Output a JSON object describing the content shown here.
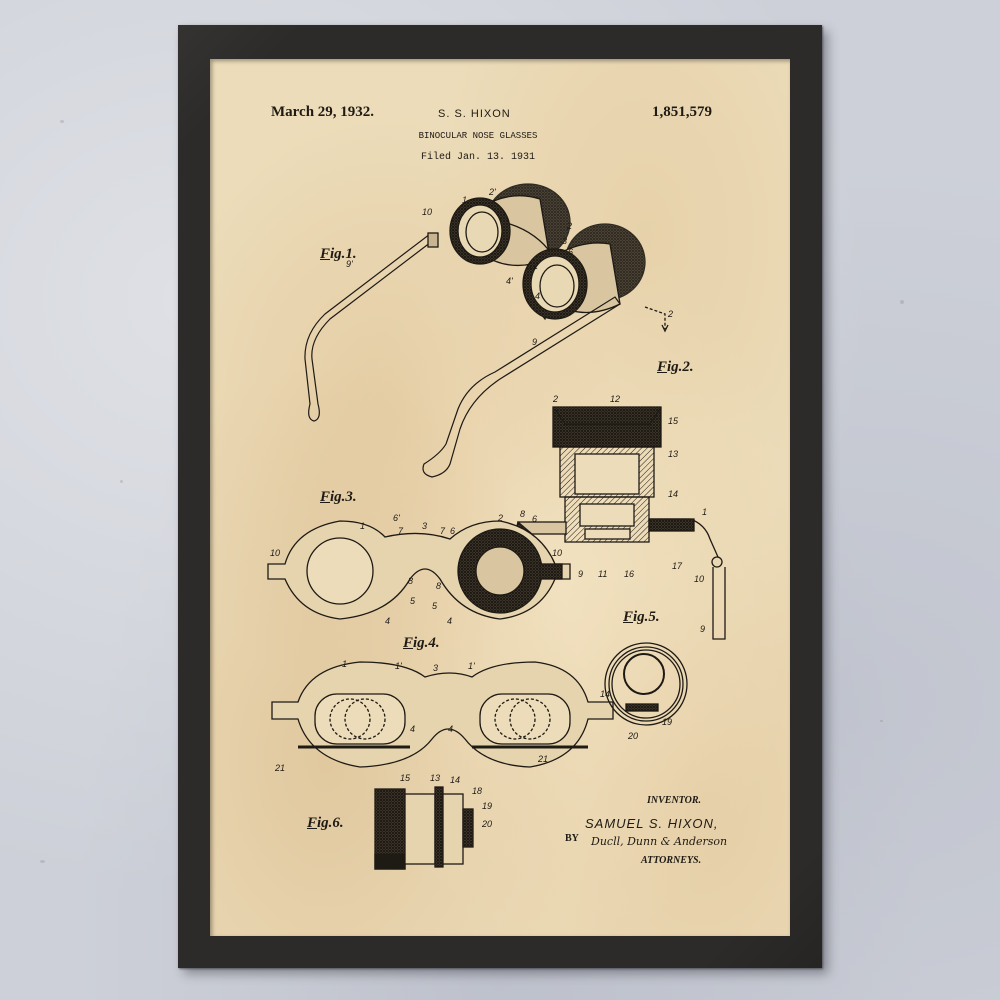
{
  "patent": {
    "date": "March 29, 1932.",
    "inventor_header": "S. S. HIXON",
    "title": "BINOCULAR NOSE GLASSES",
    "filed": "Filed Jan. 13. 1931",
    "number": "1,851,579"
  },
  "figures": [
    {
      "label": "Fig.1.",
      "refs": [
        "1",
        "2'",
        "10",
        "9'",
        "3",
        "6",
        "2",
        "12",
        "4'",
        "4",
        "9",
        "2"
      ]
    },
    {
      "label": "Fig.2.",
      "refs": [
        "2",
        "12",
        "15",
        "13",
        "14",
        "8",
        "6",
        "5",
        "4",
        "1",
        "17",
        "11",
        "16",
        "10",
        "9"
      ]
    },
    {
      "label": "Fig.3.",
      "refs": [
        "10",
        "1",
        "6'",
        "7",
        "3",
        "7",
        "6",
        "2",
        "8",
        "8",
        "5",
        "5",
        "4",
        "4",
        "10",
        "9"
      ]
    },
    {
      "label": "Fig.4.",
      "refs": [
        "1",
        "1'",
        "3",
        "1'",
        "4",
        "4",
        "21",
        "21"
      ]
    },
    {
      "label": "Fig.5.",
      "refs": [
        "14",
        "19",
        "20"
      ]
    },
    {
      "label": "Fig.6.",
      "refs": [
        "15",
        "13",
        "14",
        "18",
        "19",
        "20"
      ]
    }
  ],
  "signature": {
    "inventor_label": "INVENTOR.",
    "inventor_name": "SAMUEL S. HIXON,",
    "by": "BY",
    "attorney_names": "Ducll, Dunn & Anderson",
    "attorneys_label": "ATTORNEYS."
  },
  "colors": {
    "paper": "#ecdcb9",
    "frame": "#2c2b29",
    "wall": "#cdd0d8",
    "ink": "#1e1a14"
  }
}
